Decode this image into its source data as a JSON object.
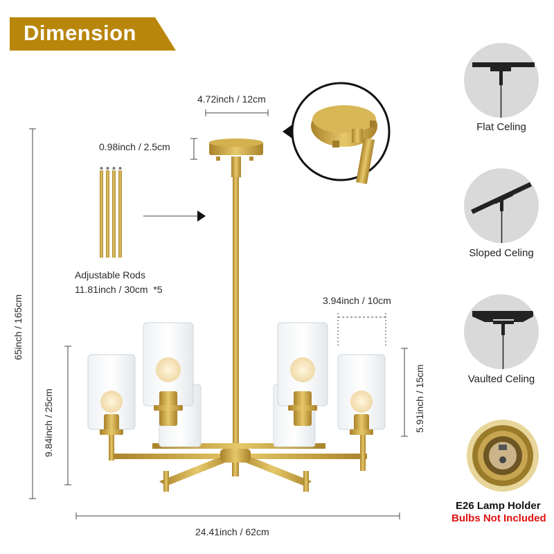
{
  "banner": {
    "title": "Dimension"
  },
  "dimensions": {
    "canopy_width": "4.72inch / 12cm",
    "canopy_height": "0.98inch / 2.5cm",
    "total_height": "65inch / 165cm",
    "body_height": "9.84inch / 25cm",
    "shade_width": "3.94inch / 10cm",
    "shade_height": "5.91inch / 15cm",
    "total_width": "24.41inch / 62cm"
  },
  "rods": {
    "title": "Adjustable Rods",
    "spec": "11.81inch / 30cm  *5"
  },
  "ceilings": [
    {
      "label": "Flat Celing",
      "icon": "flat-ceiling-icon"
    },
    {
      "label": "Sloped Celing",
      "icon": "sloped-ceiling-icon"
    },
    {
      "label": "Vaulted Celing",
      "icon": "vaulted-ceiling-icon"
    }
  ],
  "lamp_holder": {
    "title": "E26 Lamp Holder",
    "note": "Bulbs Not Included"
  },
  "colors": {
    "banner": "#b8860b",
    "gold": "#c9a23a",
    "note": "#e01010"
  }
}
